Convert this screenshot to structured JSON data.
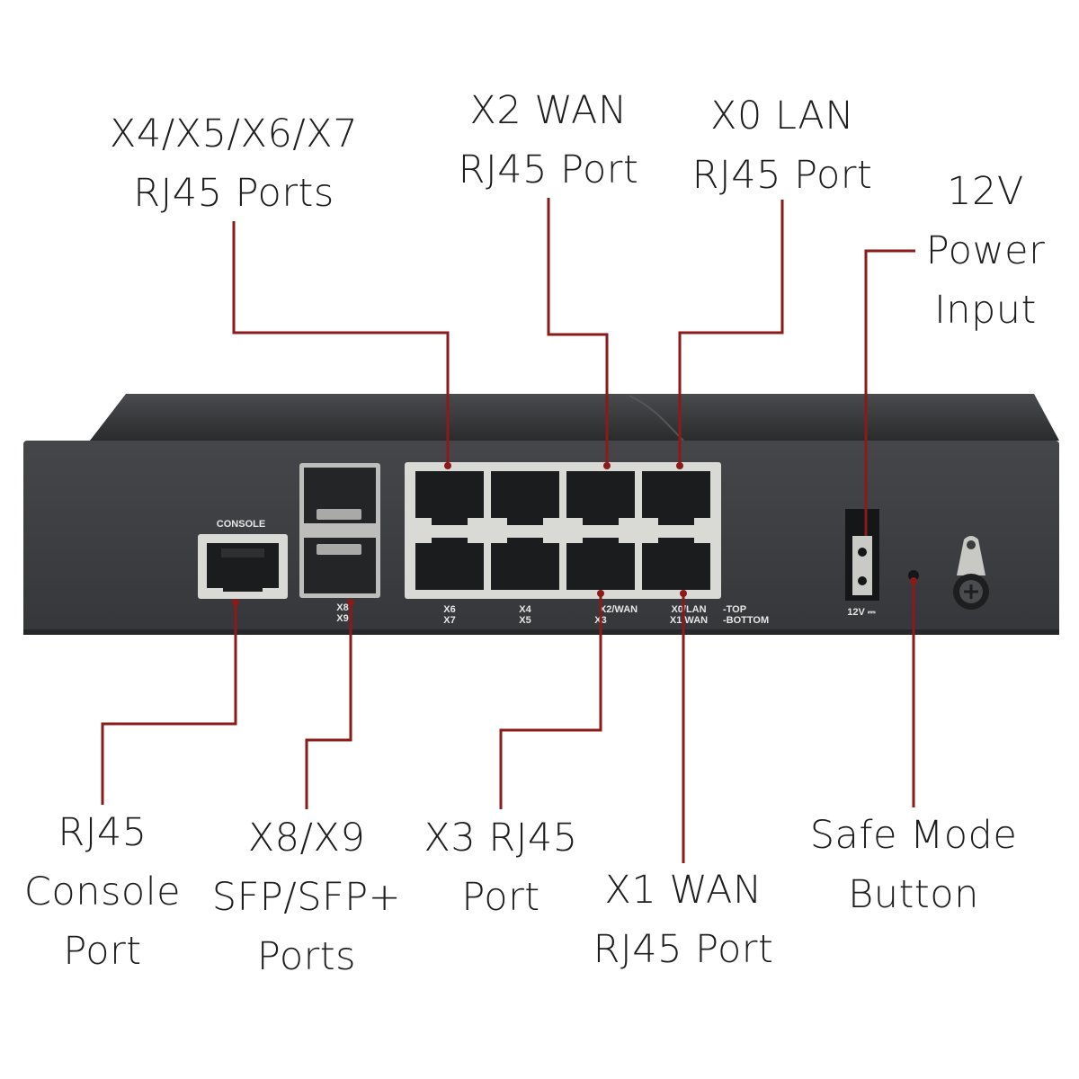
{
  "callouts": {
    "x4_x7": [
      "X4/X5/X6/X7",
      "RJ45 Ports"
    ],
    "x2_wan": [
      "X2 WAN",
      "RJ45 Port"
    ],
    "x0_lan": [
      "X0 LAN",
      "RJ45 Port"
    ],
    "power": [
      "12V",
      "Power",
      "Input"
    ],
    "console": [
      "RJ45",
      "Console",
      "Port"
    ],
    "sfp": [
      "X8/X9",
      "SFP/SFP+",
      "Ports"
    ],
    "x3": [
      "X3 RJ45",
      "Port"
    ],
    "x1_wan": [
      "X1 WAN",
      "RJ45 Port"
    ],
    "safe_mode": [
      "Safe Mode",
      "Button"
    ]
  },
  "device_labels": {
    "console": "CONSOLE",
    "sfp_top": "X8",
    "sfp_bottom": "X9",
    "port_x6": "X6",
    "port_x7": "X7",
    "port_x4": "X4",
    "port_x5": "X5",
    "port_x2wan": "X2/WAN",
    "port_x3": "X3",
    "port_x0lan": "X0/LAN",
    "port_x1wan": "X1/WAN",
    "legend_top": "-TOP",
    "legend_bottom": "-BOTTOM",
    "power": "12V ⎓"
  },
  "colors": {
    "leader": "#8b1a1a",
    "chassis": "#3a3b3d",
    "chassis_top": "#2c2d2f",
    "port_frame": "#d9d9d6",
    "port_hole": "#1b1c1d",
    "text": "#1e1e1e"
  }
}
